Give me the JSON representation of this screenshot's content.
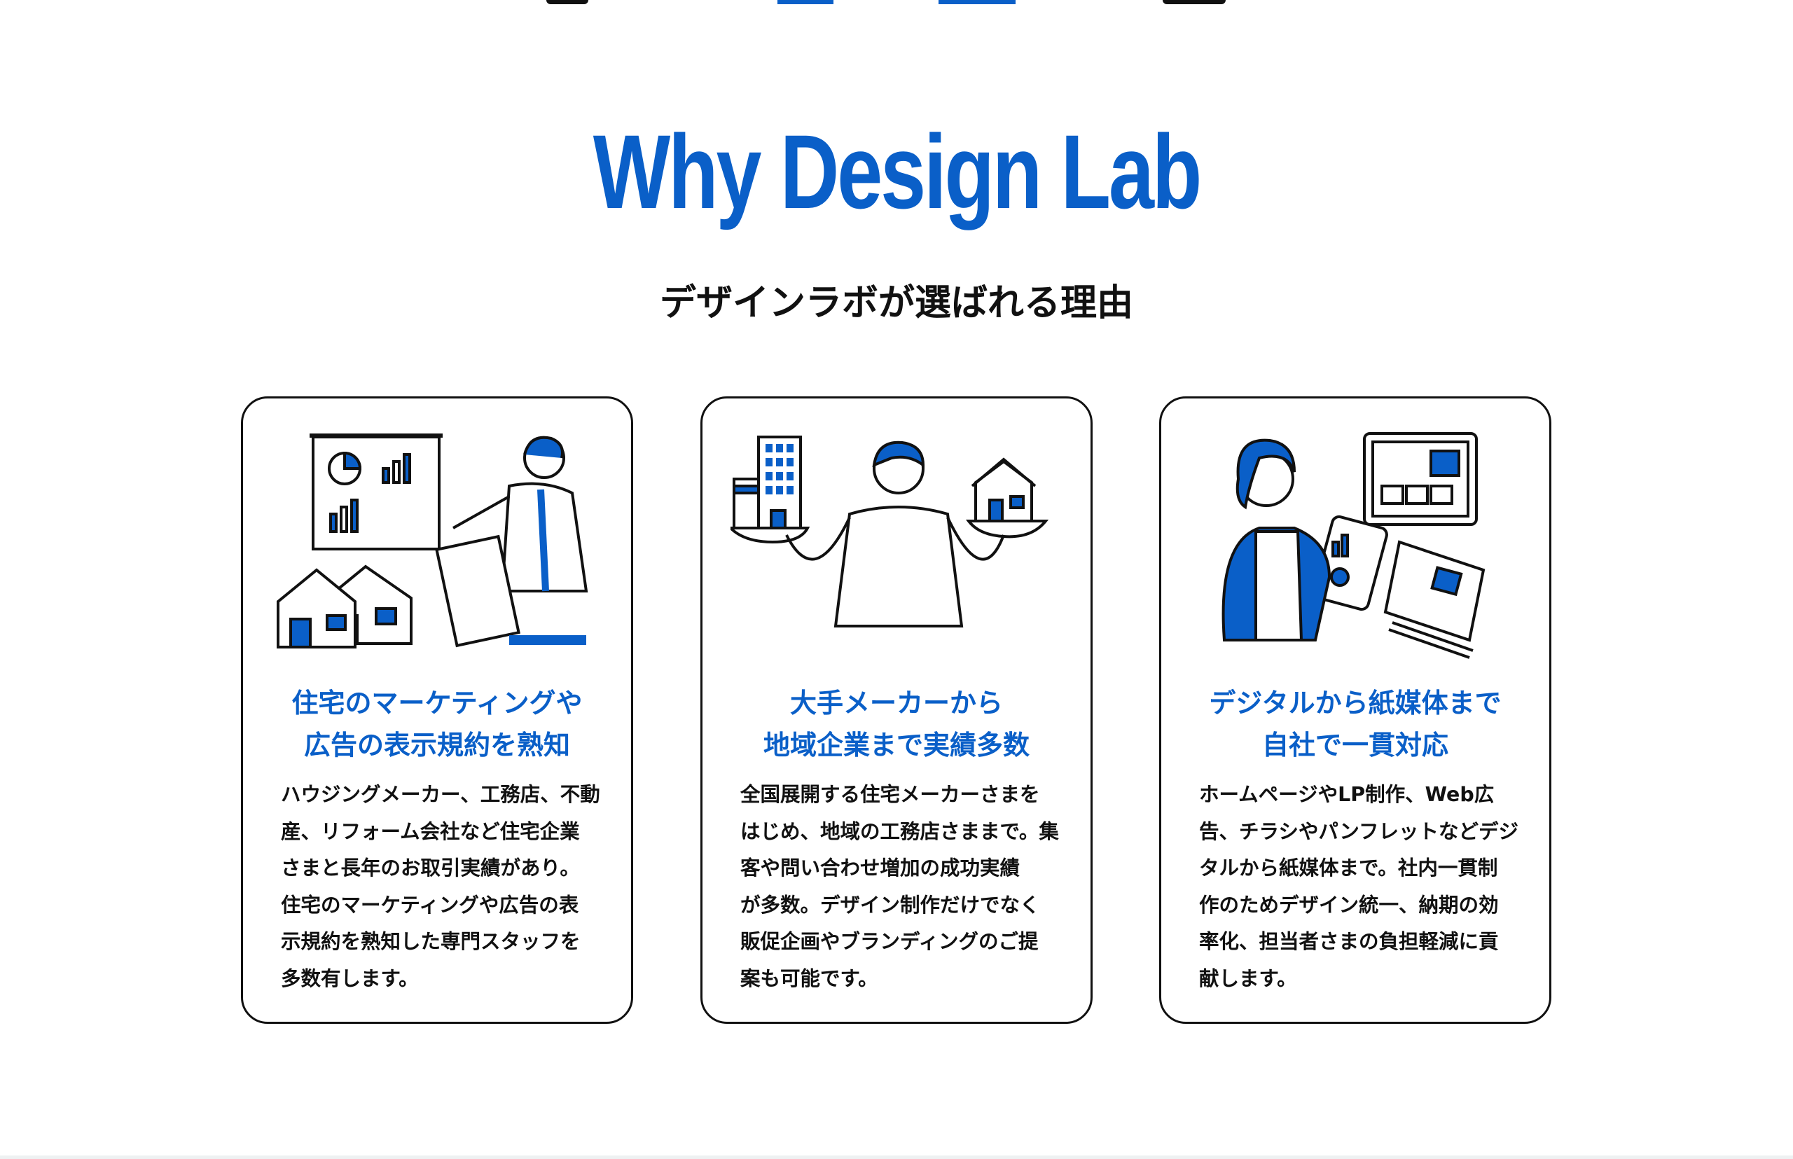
{
  "section": {
    "title": "Why Design Lab",
    "subtitle": "デザインラボが選ばれる理由"
  },
  "cards": [
    {
      "heading": "住宅のマーケティングや\n広告の表示規約を熟知",
      "body": "ハウジングメーカー、工務店、不動\n産、リフォーム会社など住宅企業\nさまと長年のお取引実績があり。\n住宅のマーケティングや広告の表\n示規約を熟知した専門スタッフを\n多数有します。"
    },
    {
      "heading": "大手メーカーから\n地域企業まで実績多数",
      "body": "全国展開する住宅メーカーさまを\nはじめ、地域の工務店さままで。集\n客や問い合わせ増加の成功実績\nが多数。デザイン制作だけでなく\n販促企画やブランディングのご提\n案も可能です。"
    },
    {
      "heading": "デジタルから紙媒体まで\n自社で一貫対応",
      "body": "ホームページやLP制作、Web広\n告、チラシやパンフレットなどデジ\nタルから紙媒体まで。社内一貫制\n作のためデザイン統一、納期の効\n率化、担当者さまの負担軽減に貢\n献します。"
    }
  ],
  "colors": {
    "accent": "#0a5fc8",
    "text": "#111111"
  }
}
